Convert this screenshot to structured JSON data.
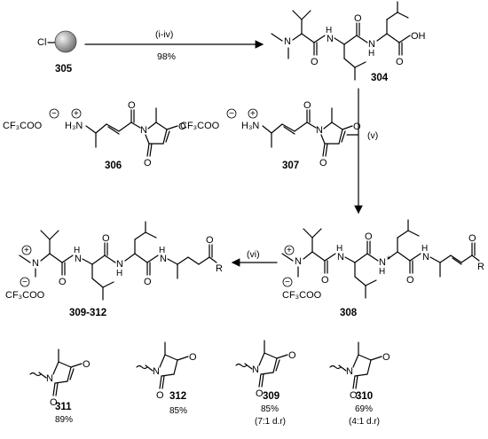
{
  "compounds": {
    "c305": "305",
    "c304": "304",
    "c306": "306",
    "c307": "307",
    "c308": "308",
    "c309_312": "309-312",
    "c311": "311",
    "c312": "312",
    "c309": "309",
    "c310": "310"
  },
  "conditions": {
    "step1": "(i-iv)",
    "step1_yield": "98%",
    "step2": "(v)",
    "step3": "(vi)"
  },
  "atoms": {
    "cl": "Cl",
    "n": "N",
    "h": "H",
    "oh": "OH",
    "o": "O",
    "r": "R",
    "h3n": "H₃N",
    "counterion": "CF₃COO",
    "star": "*"
  },
  "charges": {
    "plus": "+",
    "minus": "−"
  },
  "yields": {
    "y311": "89%",
    "y312": "85%",
    "y309": "85%",
    "y309_dr": "(7:1 d.r)",
    "y310": "69%",
    "y310_dr": "(4:1 d.r)"
  },
  "colors": {
    "resin_light": "#e8e8e8",
    "resin_dark": "#7a7a7a",
    "ink": "#000000"
  }
}
